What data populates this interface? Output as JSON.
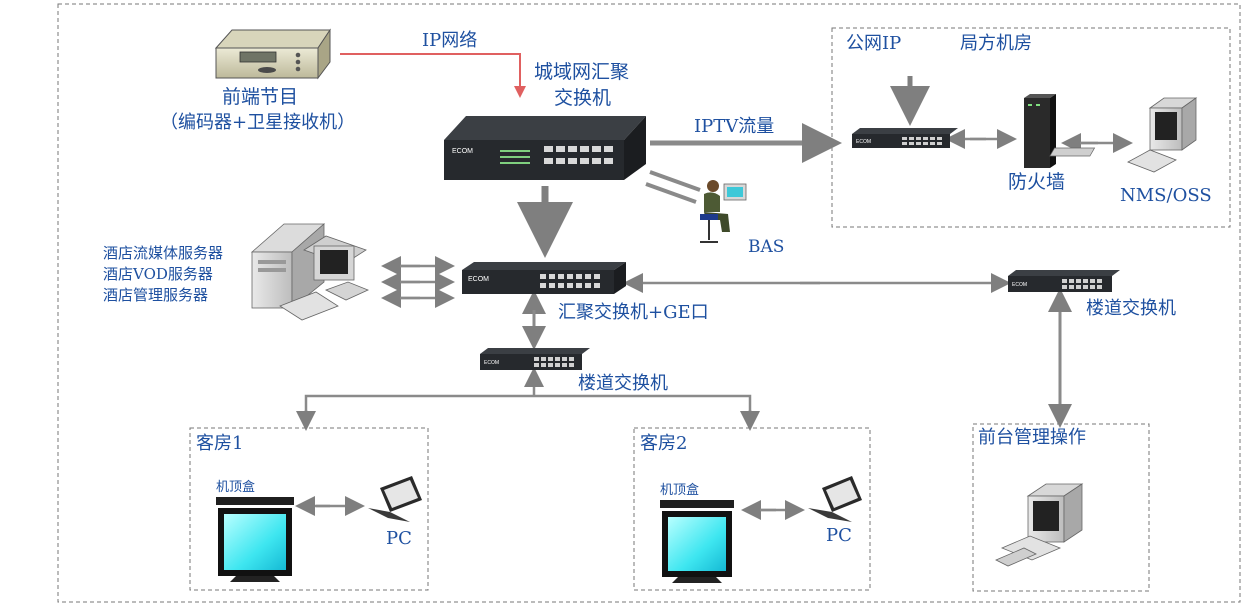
{
  "labels": {
    "headend": "前端节目",
    "headend_sub": "（编码器+卫星接收机）",
    "ip_network": "IP网络",
    "metro_switch_1": "城域网汇聚",
    "metro_switch_2": "交换机",
    "iptv_flow": "IPTV流量",
    "public_ip": "公网IP",
    "office_room": "局方机房",
    "firewall": "防火墙",
    "nms_oss": "NMS/OSS",
    "bas": "BAS",
    "hotel_streaming": "酒店流媒体服务器",
    "hotel_vod": "酒店VOD服务器",
    "hotel_mgmt": "酒店管理服务器",
    "agg_switch_ge": "汇聚交换机+GE口",
    "floor_switch_left": "楼道交换机",
    "floor_switch_right": "楼道交换机",
    "room1": "客房1",
    "room2": "客房2",
    "stb1": "机顶盒",
    "stb2": "机顶盒",
    "pc1": "PC",
    "pc2": "PC",
    "front_desk": "前台管理操作",
    "switch_brand": "ECOM"
  }
}
